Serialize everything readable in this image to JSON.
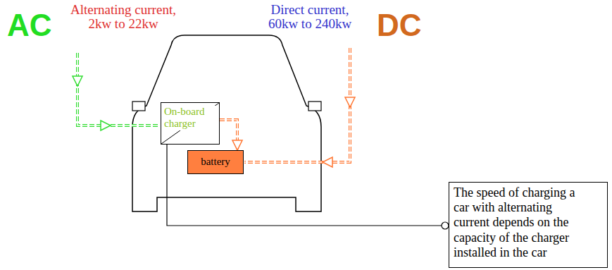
{
  "diagram": {
    "nodes": [
      {
        "text": [
          "On-board charger"
        ]
      },
      {
        "text": [
          "battery"
        ]
      },
      {
        "text": [
          "The speed of charging a car with alternating current depends on the capacity of the charger installed in the car"
        ]
      }
    ],
    "edges": [
      {
        "from": 0,
        "to": 1,
        "arrow": "to"
      },
      {
        "from": 0,
        "to": 2,
        "arrow": "none"
      }
    ],
    "labels": [
      "AC",
      "Alternating current, 2kw to 22kw",
      "Direct current, 60kw to 240kw",
      "DC"
    ]
  }
}
